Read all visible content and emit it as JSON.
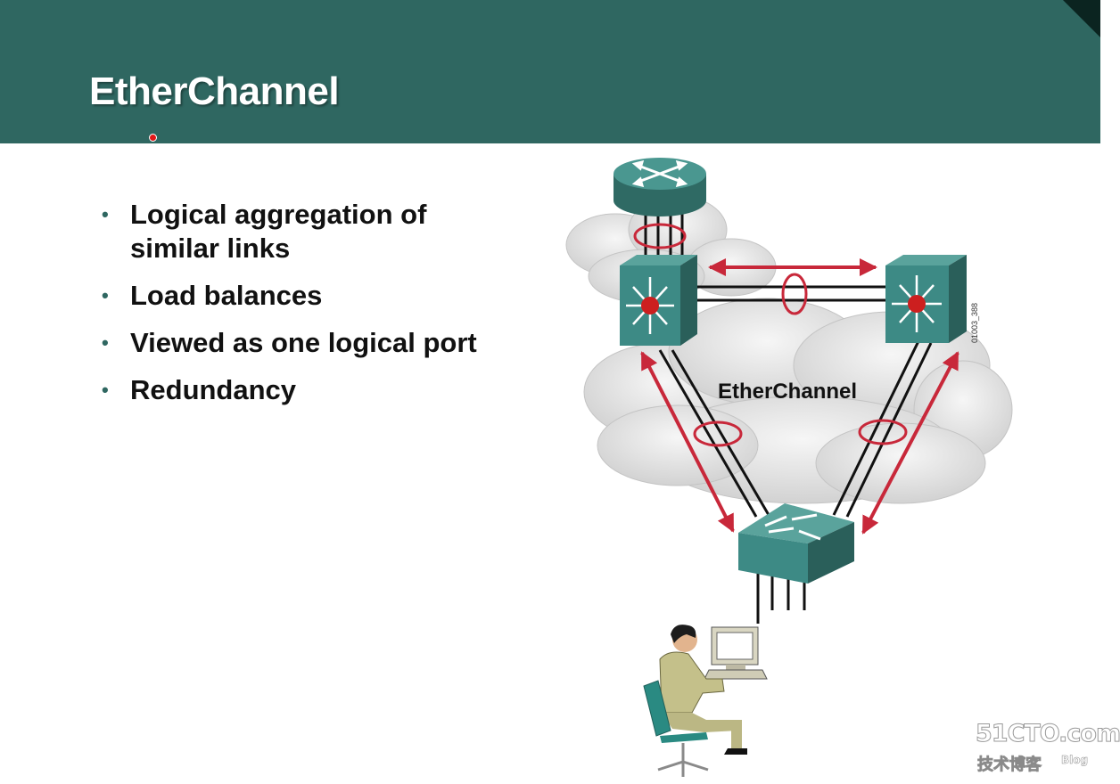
{
  "slide": {
    "title": "EtherChannel",
    "bullets": [
      "Logical aggregation of similar links",
      "Load balances",
      "Viewed as one logical port",
      "Redundancy"
    ]
  },
  "diagram": {
    "center_label": "EtherChannel",
    "figure_code": "01003_388",
    "nodes": [
      "router-icon",
      "multilayer-switch-icon",
      "multilayer-switch-icon",
      "switch-icon",
      "user-workstation-icon"
    ]
  },
  "watermark": {
    "site": "51CTO.com",
    "cn": "技术博客",
    "blog": "Blog"
  },
  "colors": {
    "header": "#2f6761",
    "device": "#3d8a85",
    "accent_red": "#c8283a"
  }
}
